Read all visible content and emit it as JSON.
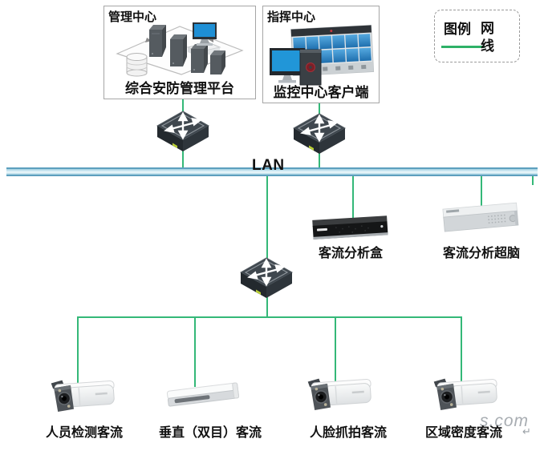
{
  "legend": {
    "title": "图例",
    "cable_label": "网线"
  },
  "management_center": {
    "title": "管理中心",
    "caption": "综合安防管理平台"
  },
  "command_center": {
    "title": "指挥中心",
    "caption": "监控中心客户端"
  },
  "lan": {
    "label": "LAN"
  },
  "devices": {
    "analysis_box": {
      "label": "客流分析盒"
    },
    "super_brain": {
      "label": "客流分析超脑"
    },
    "cameras": [
      {
        "label": "人员检测客流"
      },
      {
        "label": "垂直（双目）客流"
      },
      {
        "label": "人脸抓拍客流"
      },
      {
        "label": "区域密度客流"
      }
    ]
  },
  "watermark": {
    "text": "s.com",
    "return_mark": "↵"
  },
  "colors": {
    "cable_green": "#34b878",
    "legend_green": "#2eb167",
    "lan_fill_light": "#d9eef6",
    "lan_border": "#5d9fbe",
    "switch_body": "#3f474e",
    "box_border": "#a6a6a6",
    "screen_blue": "#2f8cce"
  }
}
